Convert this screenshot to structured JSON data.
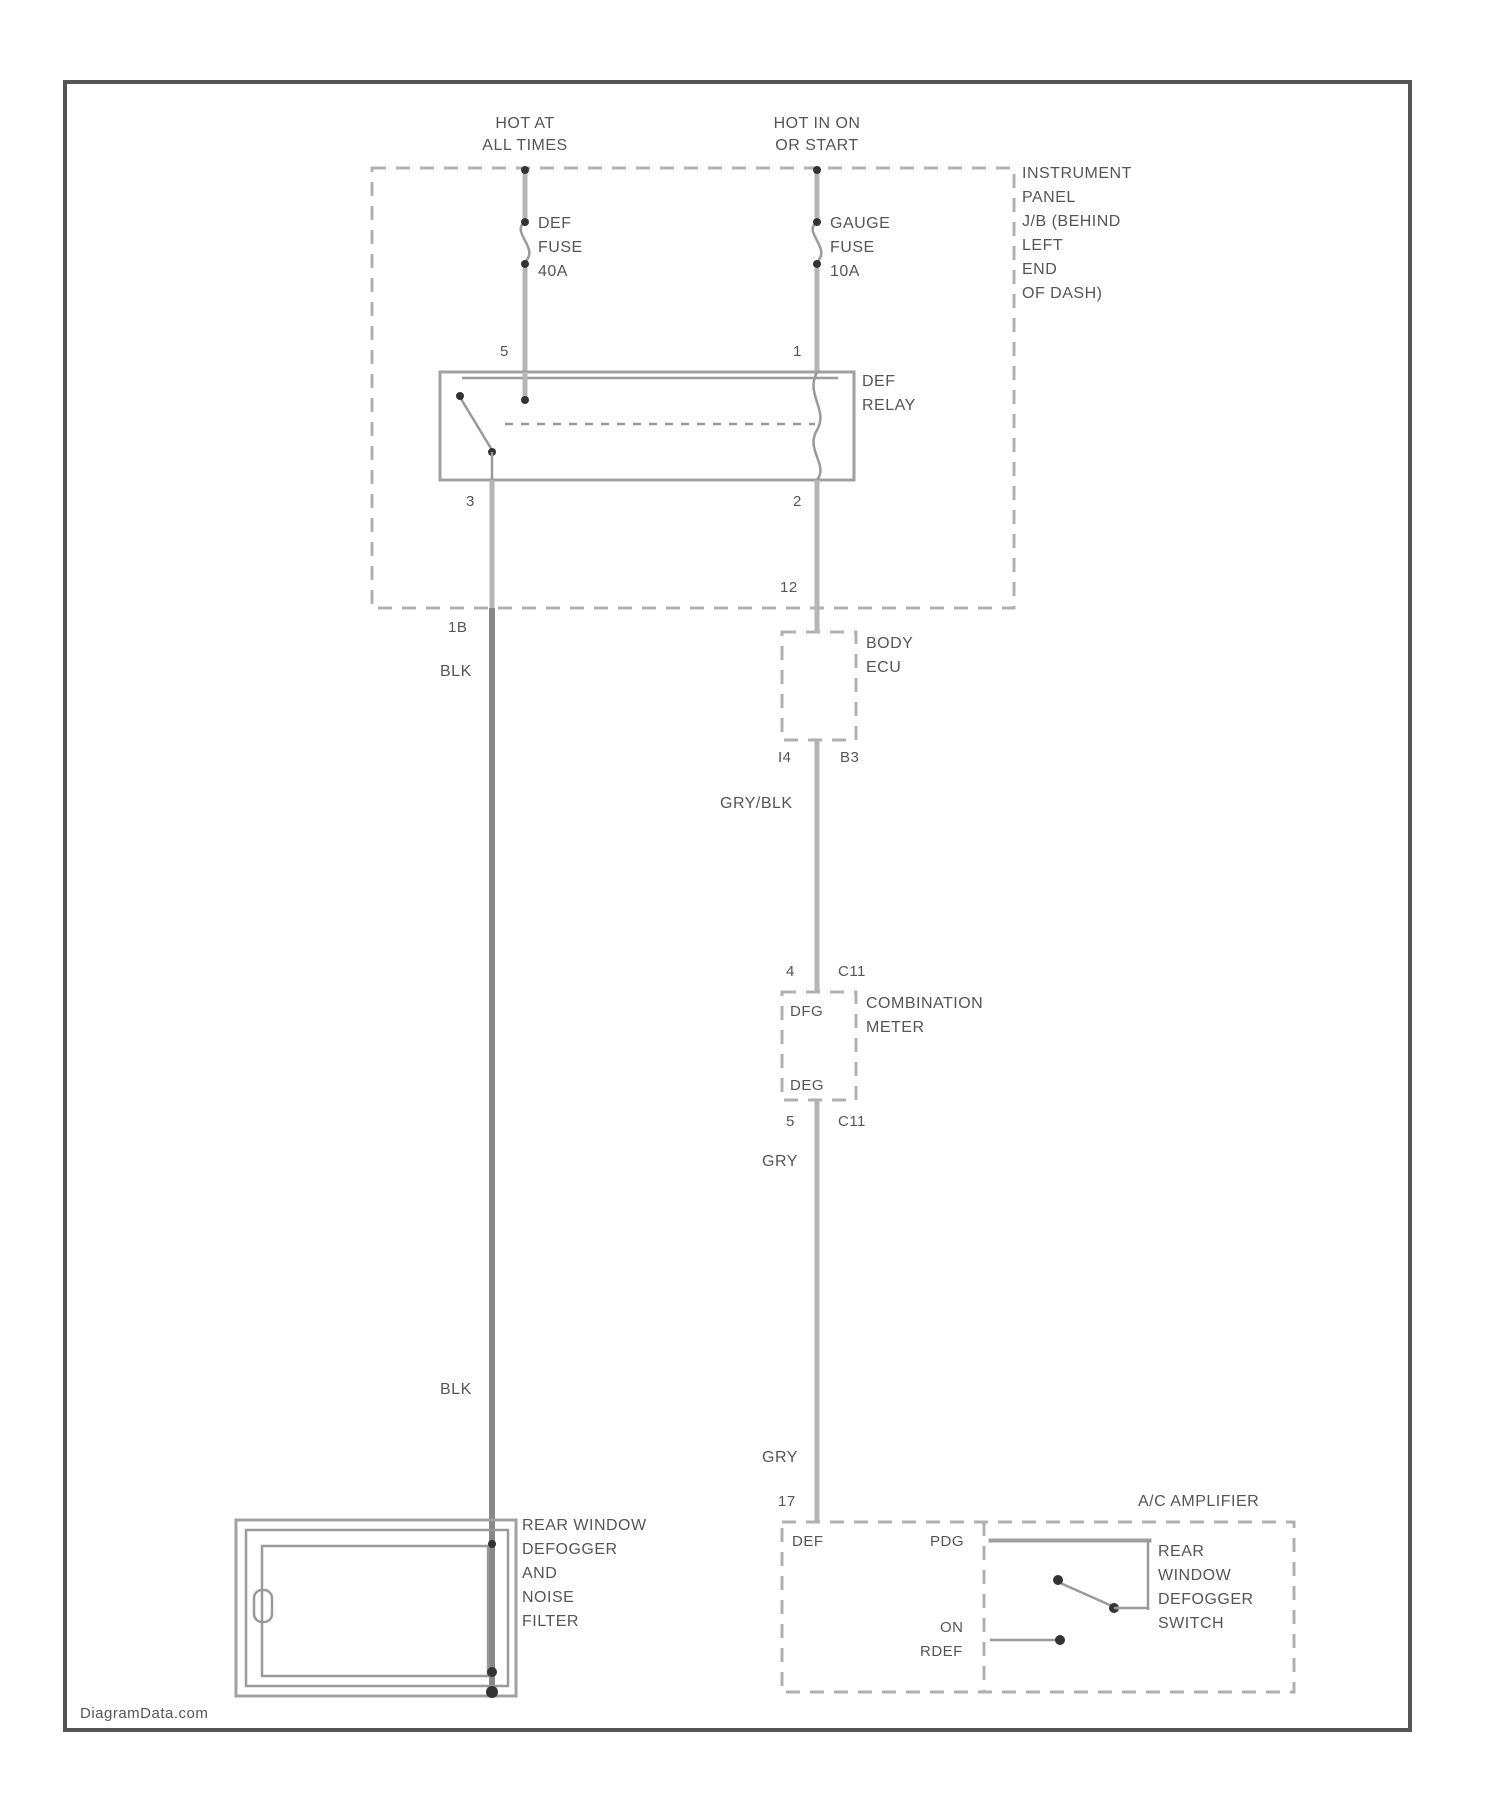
{
  "labels": {
    "hot_at_all_times_1": "HOT AT",
    "hot_at_all_times_2": "ALL TIMES",
    "hot_in_on_1": "HOT IN ON",
    "hot_in_on_2": "OR START",
    "instrument_panel": [
      "INSTRUMENT",
      "PANEL",
      "J/B (BEHIND",
      "LEFT",
      "END",
      "OF DASH)"
    ],
    "def_fuse": [
      "DEF",
      "FUSE",
      "40A"
    ],
    "gauge_fuse": [
      "GAUGE",
      "FUSE",
      "10A"
    ],
    "def_relay": [
      "DEF",
      "RELAY"
    ],
    "pin_5": "5",
    "pin_1": "1",
    "pin_3": "3",
    "pin_2": "2",
    "pin_1b": "1B",
    "pin_12": "12",
    "pin_4": "4",
    "pin_5b": "5",
    "pin_17": "17",
    "connector_ib": "IB",
    "connector_i4": "I4",
    "connector_b3": "B3",
    "body_ecu": [
      "BODY",
      "ECU"
    ],
    "wire_blk_top": "BLK",
    "wire_blk_bottom": "BLK",
    "wire_gry_blk": "GRY/BLK",
    "wire_gry_mid": "GRY",
    "wire_gry_bottom": "GRY",
    "combination_meter": [
      "COMBINATION",
      "METER"
    ],
    "c11_top": "C11",
    "c11_bottom": "C11",
    "meter_pin_top": "DFG",
    "meter_pin_bottom": "DEG",
    "rear_window_defogger": [
      "REAR WINDOW",
      "DEFOGGER",
      "AND",
      "NOISE",
      "FILTER"
    ],
    "ac_amplifier": "A/C AMPLIFIER",
    "amp_pin_left": "DEF",
    "amp_pin_right": "PDG",
    "amp_on": [
      "ON",
      "RDEF"
    ],
    "rear_window_switch": [
      "REAR",
      "WINDOW",
      "DEFOGGER",
      "SWITCH"
    ],
    "footer": "DiagramData.com"
  },
  "colors": {
    "frame": "#555555",
    "wire": "#b5b5b5",
    "ground_wire": "#888888",
    "component_outline": "#a0a0a0",
    "text": "#555555"
  }
}
